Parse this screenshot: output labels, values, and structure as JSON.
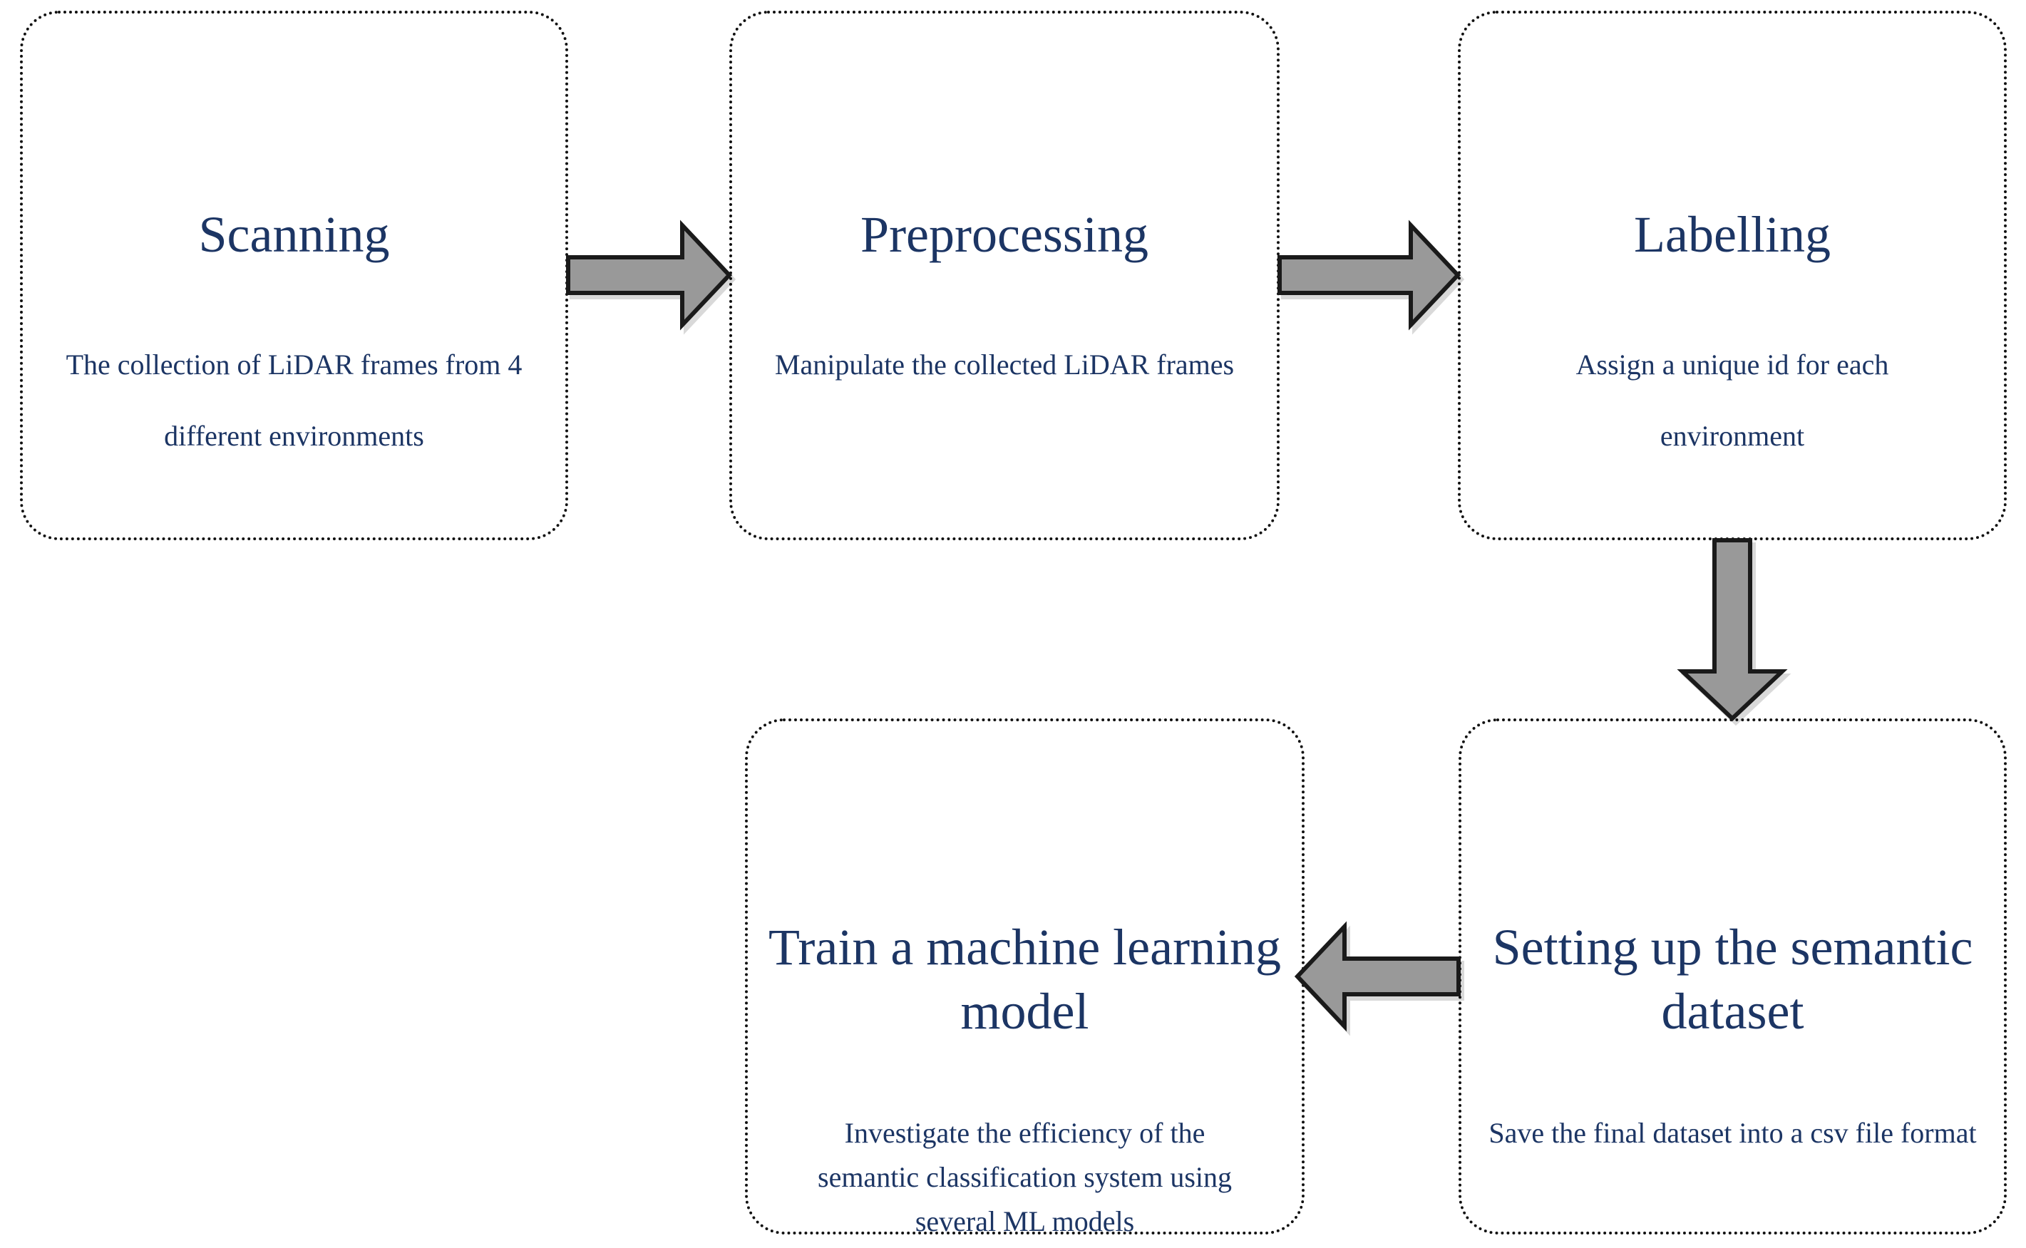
{
  "figure": {
    "type": "flowchart",
    "background": "#ffffff",
    "text_color": "#1c3564",
    "box_border_color": "#111111",
    "arrow_fill": "#999999",
    "arrow_stroke": "#1a1a1a"
  },
  "boxes": [
    {
      "id": "scanning",
      "title": "Scanning",
      "description": "The collection of LiDAR frames from 4 different environments"
    },
    {
      "id": "preprocessing",
      "title": "Preprocessing",
      "description": "Manipulate the collected LiDAR frames"
    },
    {
      "id": "labelling",
      "title": "Labelling",
      "description": "Assign a unique id for each environment"
    },
    {
      "id": "train-model",
      "title": "Train a machine learning model",
      "description": "Investigate the efficiency of the semantic classification system using several ML models"
    },
    {
      "id": "semantic-dataset",
      "title": "Setting up the semantic dataset",
      "description": "Save the final dataset into a csv file format"
    }
  ],
  "arrows": [
    {
      "from": "scanning",
      "to": "preprocessing",
      "direction": "right"
    },
    {
      "from": "preprocessing",
      "to": "labelling",
      "direction": "right"
    },
    {
      "from": "labelling",
      "to": "semantic-dataset",
      "direction": "down"
    },
    {
      "from": "semantic-dataset",
      "to": "train-model",
      "direction": "left"
    }
  ]
}
